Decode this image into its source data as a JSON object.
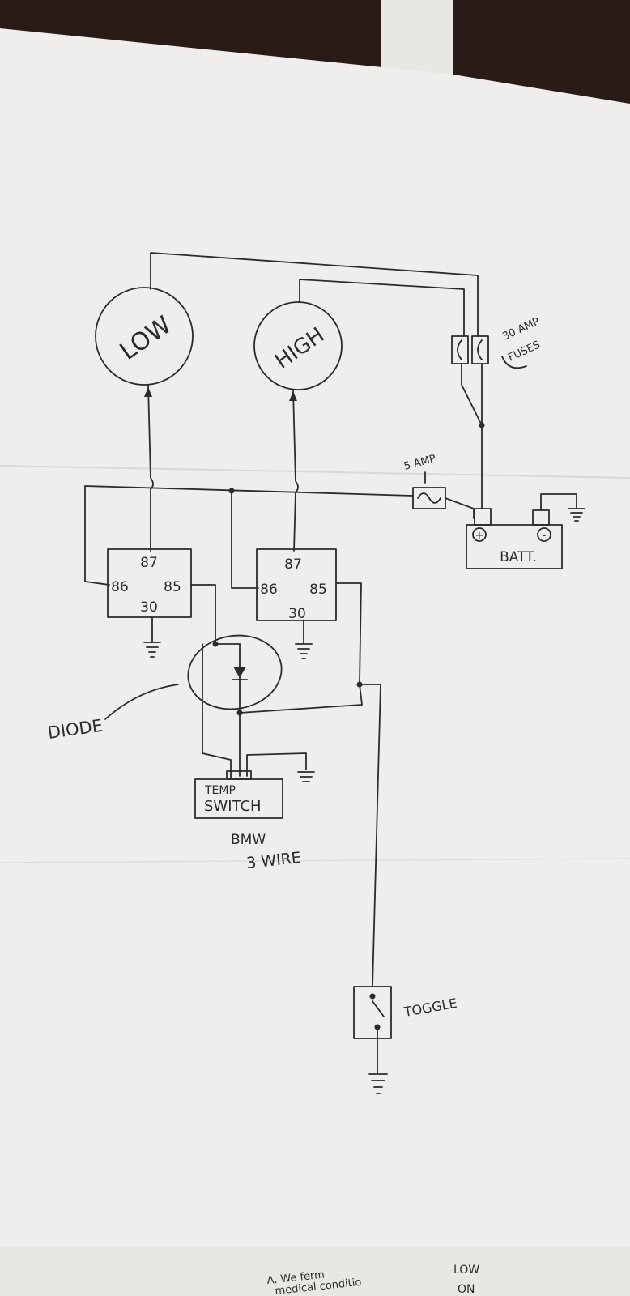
{
  "diagram": {
    "lamps": {
      "low": "LOW",
      "high": "HIGH"
    },
    "fuses": {
      "main_a": "30 AMP",
      "main_b": "FUSES",
      "small": "5 AMP"
    },
    "battery": {
      "label": "BATT.",
      "plus": "+",
      "minus": "-"
    },
    "relay_left": {
      "pin87": "87",
      "pin86": "86",
      "pin85": "85",
      "pin30": "30"
    },
    "relay_right": {
      "pin87": "87",
      "pin86": "86",
      "pin85": "85",
      "pin30": "30"
    },
    "diode": "DIODE",
    "temp_switch": {
      "line1": "TEMP",
      "line2": "SWITCH",
      "note1": "BMW",
      "note2": "3 WIRE"
    },
    "toggle": "TOGGLE",
    "back_page": {
      "line1": "A. We ferm",
      "line2": "medical conditio",
      "corner1": "LOW",
      "corner2": "ON"
    }
  },
  "colors": {
    "paper": "#efeeec",
    "ink": "#2b2b2b",
    "background": "#2a1b17"
  }
}
